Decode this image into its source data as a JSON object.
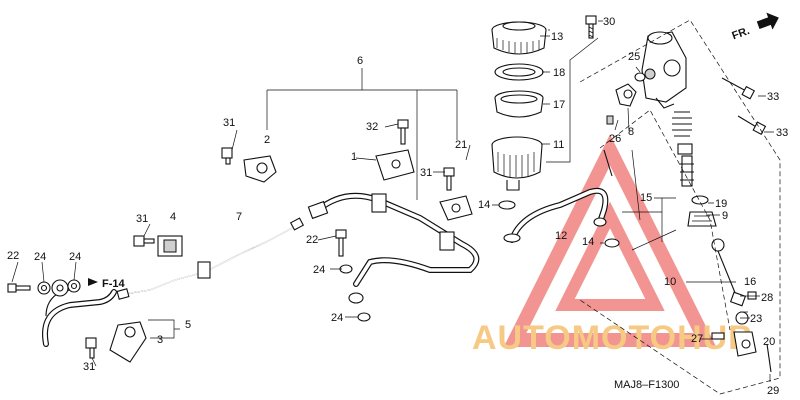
{
  "diagram": {
    "direction_label": "FR.",
    "ref_code": "MAJ8–F1300",
    "section_ref": "F-14",
    "watermark": {
      "brand": "AUTOMOTOHUB",
      "accent_color": "#e8403a",
      "text_color": "#f0a020"
    },
    "callouts": [
      "1",
      "2",
      "3",
      "4",
      "5",
      "6",
      "7",
      "8",
      "9",
      "10",
      "11",
      "12",
      "13",
      "14",
      "15",
      "16",
      "17",
      "18",
      "19",
      "20",
      "21",
      "22",
      "23",
      "24",
      "25",
      "26",
      "27",
      "28",
      "29",
      "30",
      "31",
      "32",
      "33"
    ]
  }
}
